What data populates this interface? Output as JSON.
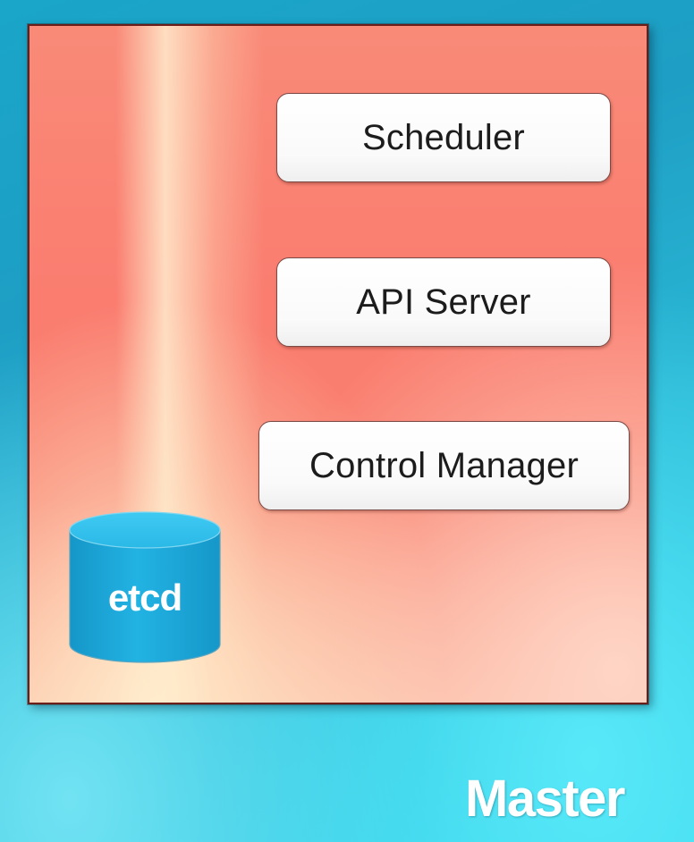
{
  "diagram": {
    "container_label": "Master",
    "components": [
      {
        "label": "Scheduler"
      },
      {
        "label": "API Server"
      },
      {
        "label": "Control Manager"
      }
    ],
    "datastore": {
      "label": "etcd",
      "icon": "database-cylinder-icon"
    }
  },
  "colors": {
    "background": "#1ea6c9",
    "panel": "#fa7d70",
    "component_fill": "#ffffff",
    "datastore_fill": "#1fa8d6"
  }
}
